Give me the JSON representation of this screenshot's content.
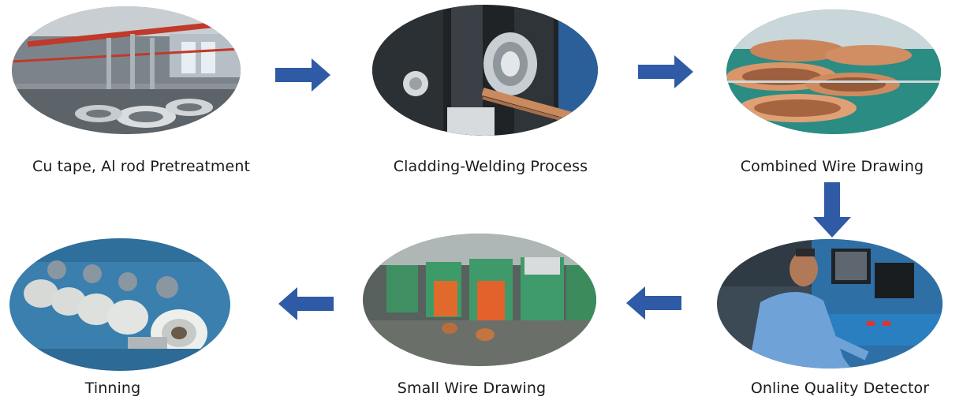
{
  "steps": [
    {
      "label": "Cu tape, Al rod Pretreatment",
      "image": "factory-hall-aluminum-rod-coils"
    },
    {
      "label": "Cladding-Welding Process",
      "image": "cladding-welding-rollers"
    },
    {
      "label": "Combined Wire Drawing",
      "image": "copper-wire-coils"
    },
    {
      "label": "Online Quality Detector",
      "image": "worker-at-control-console"
    },
    {
      "label": "Small Wire Drawing",
      "image": "small-wire-drawing-machines"
    },
    {
      "label": "Tinning",
      "image": "tinned-wire-spools"
    }
  ],
  "flow": [
    "right",
    "right",
    "down",
    "left",
    "left"
  ],
  "colors": {
    "arrow": "#2f5aa5",
    "text": "#1b1b1b",
    "background": "#ffffff"
  }
}
